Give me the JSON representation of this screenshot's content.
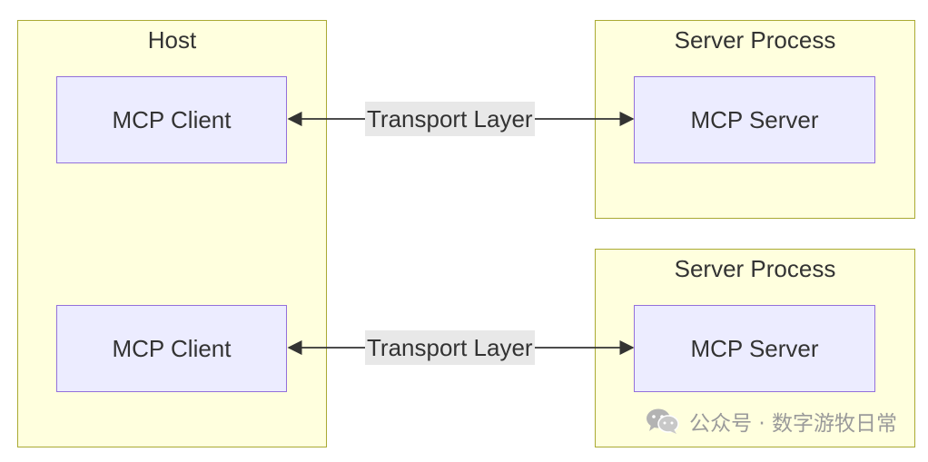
{
  "host": {
    "title": "Host"
  },
  "clients": [
    {
      "label": "MCP Client"
    },
    {
      "label": "MCP Client"
    }
  ],
  "server_processes": [
    {
      "title": "Server Process",
      "server_label": "MCP Server"
    },
    {
      "title": "Server Process",
      "server_label": "MCP Server"
    }
  ],
  "edges": [
    {
      "label": "Transport Layer",
      "direction": "bidirectional"
    },
    {
      "label": "Transport Layer",
      "direction": "bidirectional"
    }
  ],
  "watermark": {
    "text": "公众号 · 数字游牧日常",
    "icon": "wechat-icon"
  },
  "colors": {
    "group_fill": "#ffffde",
    "group_border": "#aaaa33",
    "node_fill": "#ececff",
    "node_border": "#9370db",
    "edge": "#333333",
    "edge_label_bg": "#e8e8e8"
  }
}
